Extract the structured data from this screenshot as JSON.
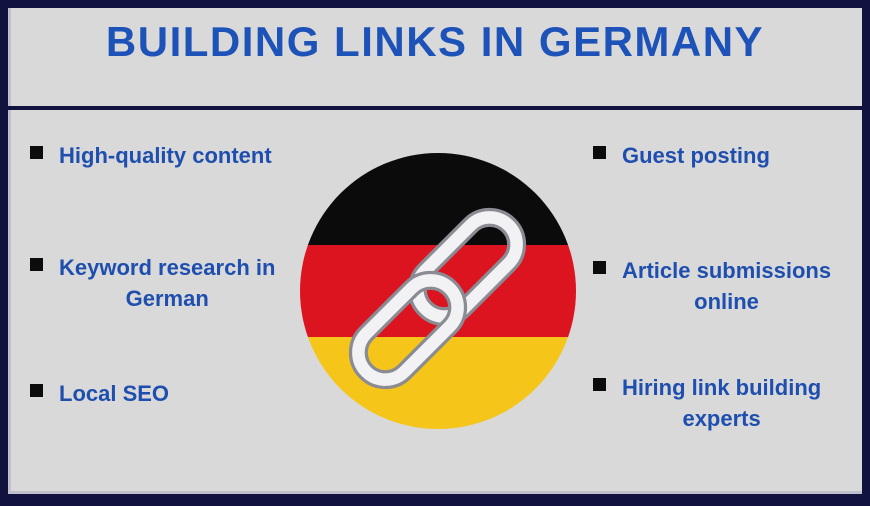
{
  "title": "BUILDING LINKS IN GERMANY",
  "left_items": [
    {
      "lines": [
        "High-quality content"
      ]
    },
    {
      "lines": [
        "Keyword research in",
        "German"
      ]
    },
    {
      "lines": [
        "Local SEO"
      ]
    }
  ],
  "right_items": [
    {
      "lines": [
        "Guest posting"
      ]
    },
    {
      "lines": [
        "Article submissions",
        "online"
      ]
    },
    {
      "lines": [
        "Hiring link building",
        "experts"
      ]
    }
  ],
  "center_graphic": {
    "description": "German flag circle with interlocked chain links",
    "flag_colors": [
      "#0b0b0b",
      "#dc1420",
      "#f6c51a"
    ],
    "chain_color": "#f2f2f5",
    "chain_edge_color": "#8b8b94"
  },
  "colors": {
    "background": "#d9d9d9",
    "border": "#12123f",
    "title_blue": "#1d52b8",
    "item_blue": "#1f4fae"
  }
}
